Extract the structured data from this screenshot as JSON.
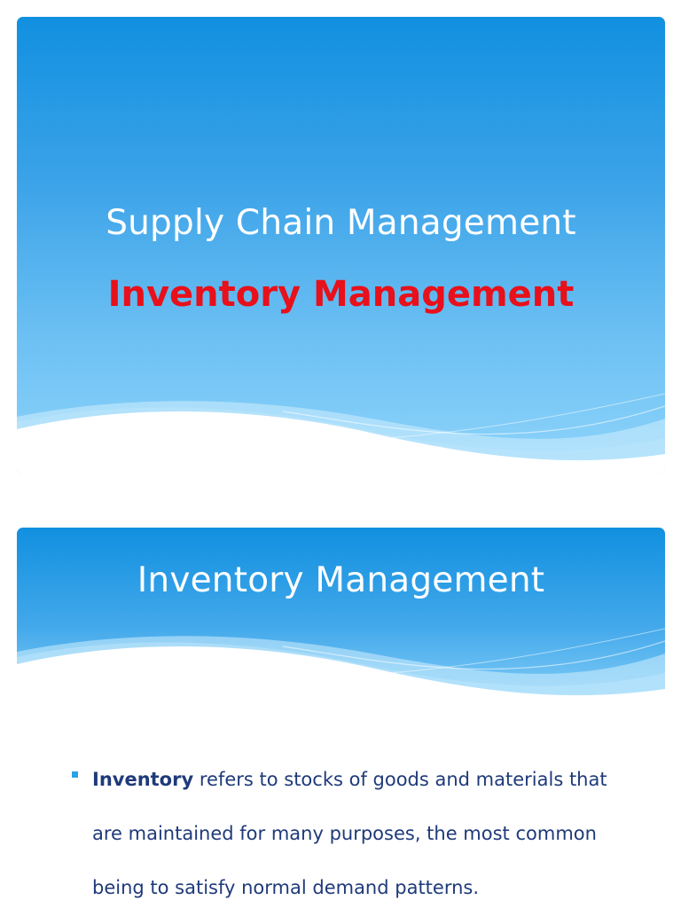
{
  "slide1": {
    "title": "Supply Chain Management",
    "subtitle": "Inventory Management"
  },
  "slide2": {
    "title": "Inventory Management",
    "bullet": {
      "term": "Inventory",
      "text_line1": " refers to stocks of goods and materials that",
      "text_line2": "are maintained for many purposes, the most common",
      "text_line3": "being to satisfy normal demand patterns."
    }
  },
  "colors": {
    "slide_blue_top": "#1190e0",
    "slide_blue_bottom": "#8fd4fb",
    "subtitle_red": "#e8101a",
    "body_text": "#1f3a7a",
    "bullet": "#29a2e6"
  }
}
